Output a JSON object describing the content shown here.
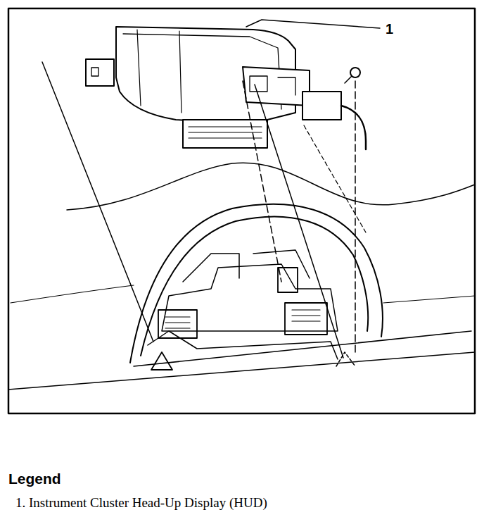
{
  "diagram": {
    "labels": [
      "1",
      "Legend",
      "1. Instrument Cluster Head-Up Display (HUD)"
    ]
  }
}
